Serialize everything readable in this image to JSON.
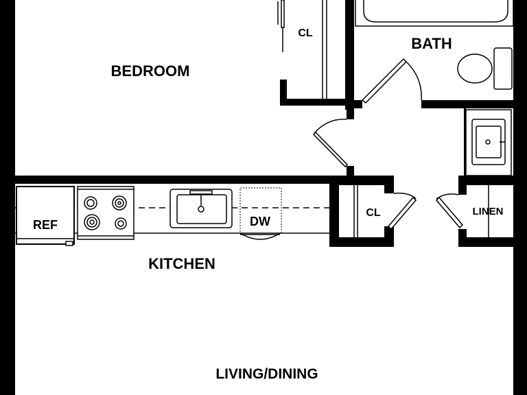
{
  "rooms": {
    "bedroom": "BEDROOM",
    "bath": "BATH",
    "kitchen": "KITCHEN",
    "living_dining": "LIVING/DINING"
  },
  "fixtures": {
    "bedroom_closet": "CL",
    "hall_closet": "CL",
    "linen": "LINEN",
    "refrigerator": "REF",
    "dishwasher": "DW"
  }
}
